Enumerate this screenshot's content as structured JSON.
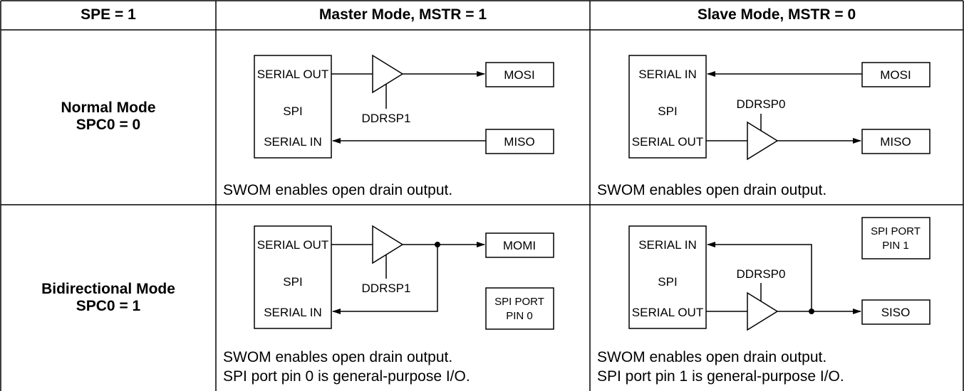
{
  "header": {
    "col1": "SPE = 1",
    "col2": "Master Mode, MSTR = 1",
    "col3": "Slave Mode, MSTR = 0"
  },
  "rows": {
    "normal": {
      "line1": "Normal Mode",
      "line2": "SPC0 = 0"
    },
    "bidirectional": {
      "line1": "Bidirectional Mode",
      "line2": "SPC0 = 1"
    }
  },
  "diagrams": {
    "master_normal": {
      "block_top": "SERIAL OUT",
      "block_mid": "SPI",
      "block_bottom": "SERIAL IN",
      "enable": "DDRSP1",
      "pin_out": "MOSI",
      "pin_in": "MISO"
    },
    "slave_normal": {
      "block_top": "SERIAL IN",
      "block_mid": "SPI",
      "block_bottom": "SERIAL OUT",
      "enable": "DDRSP0",
      "pin_in": "MOSI",
      "pin_out": "MISO"
    },
    "master_bidir": {
      "block_top": "SERIAL OUT",
      "block_mid": "SPI",
      "block_bottom": "SERIAL IN",
      "enable": "DDRSP1",
      "pin_io": "MOMI",
      "port_line1": "SPI PORT",
      "port_line2": "PIN 0"
    },
    "slave_bidir": {
      "block_top": "SERIAL IN",
      "block_mid": "SPI",
      "block_bottom": "SERIAL OUT",
      "enable": "DDRSP0",
      "pin_io": "SISO",
      "port_line1": "SPI PORT",
      "port_line2": "PIN 1"
    }
  },
  "notes": {
    "master_normal": "SWOM enables open drain output.",
    "slave_normal": "SWOM enables open drain output.",
    "master_bidir_1": "SWOM enables open drain output.",
    "master_bidir_2": "SPI port pin 0 is general-purpose I/O.",
    "slave_bidir_1": "SWOM enables open drain output.",
    "slave_bidir_2": "SPI port pin 1 is general-purpose I/O."
  }
}
